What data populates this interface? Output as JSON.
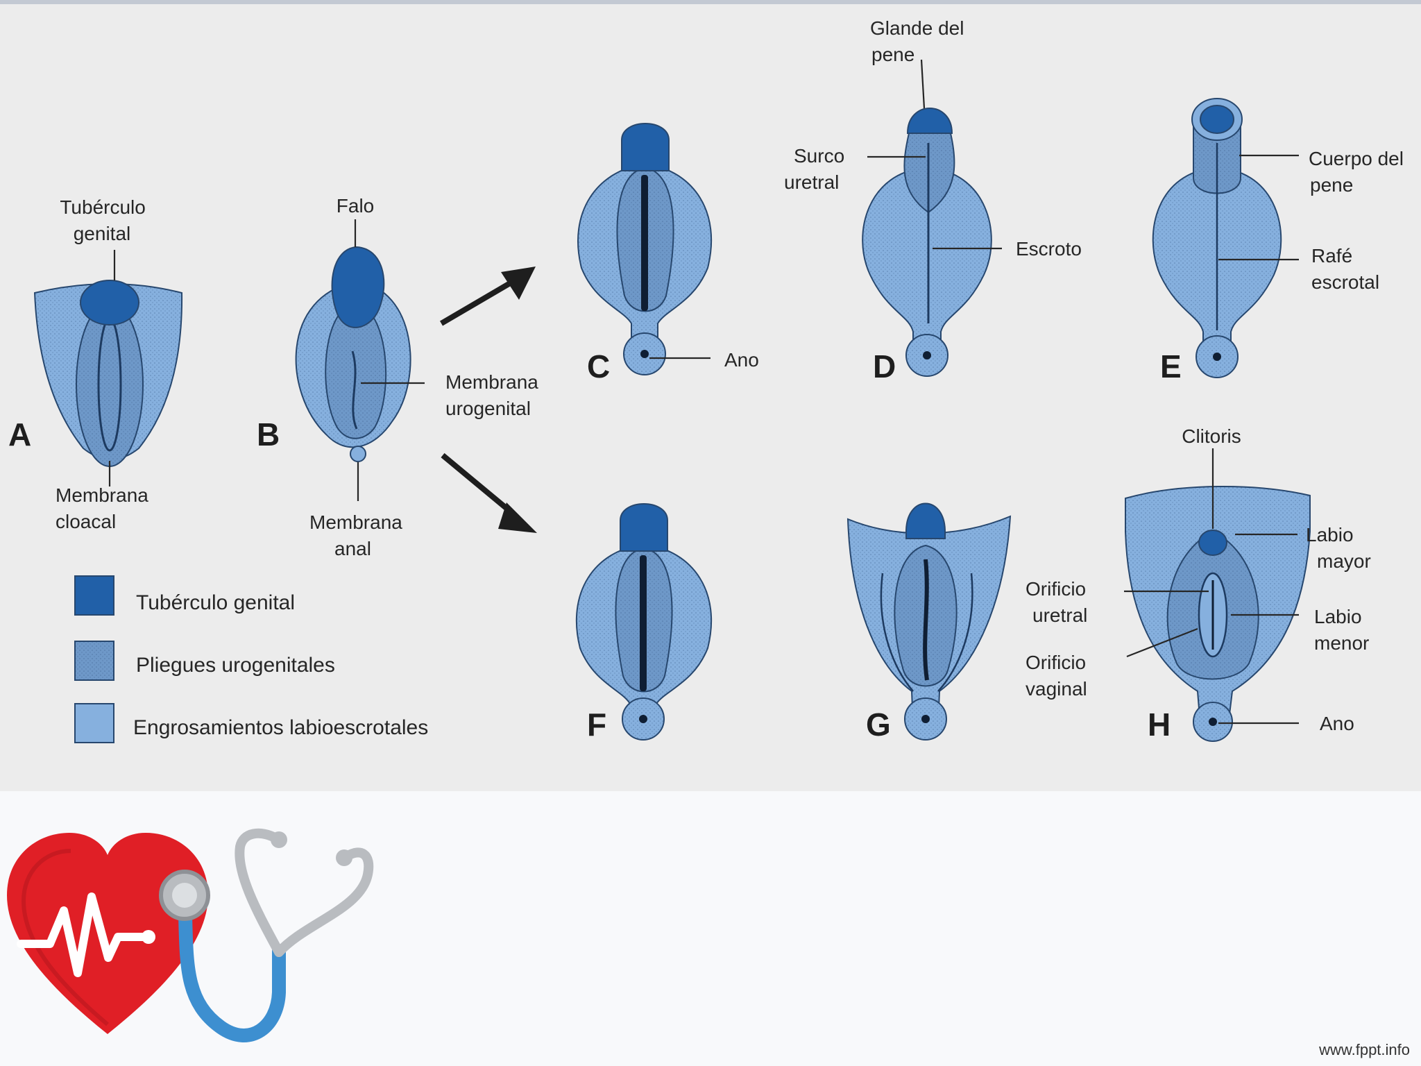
{
  "labels": {
    "tuberculo_genital": [
      "Tubérculo",
      "genital"
    ],
    "membrana_cloacal": [
      "Membrana",
      "cloacal"
    ],
    "falo": "Falo",
    "membrana_urogenital": [
      "Membrana",
      "urogenital"
    ],
    "membrana_anal": [
      "Membrana",
      "anal"
    ],
    "ano_c": "Ano",
    "glande_del_pene": [
      "Glande del",
      "pene"
    ],
    "surco_uretral": [
      "Surco",
      "uretral"
    ],
    "escroto": "Escroto",
    "cuerpo_del_pene": [
      "Cuerpo del",
      "pene"
    ],
    "rafe_escrotal": [
      "Rafé",
      "escrotal"
    ],
    "clitoris": "Clitoris",
    "labio_mayor": [
      "Labio",
      "mayor"
    ],
    "orificio_uretral": [
      "Orificio",
      "uretral"
    ],
    "labio_menor": [
      "Labio",
      "menor"
    ],
    "orificio_vaginal": [
      "Orificio",
      "vaginal"
    ],
    "ano_h": "Ano"
  },
  "stages": [
    "A",
    "B",
    "C",
    "D",
    "E",
    "F",
    "G",
    "H"
  ],
  "legend": [
    {
      "label": "Tubérculo genital",
      "color": "#2160a8"
    },
    {
      "label": "Pliegues urogenitales",
      "color": "#6e98c8"
    },
    {
      "label": "Engrosamientos labioescrotales",
      "color": "#86b0de"
    }
  ],
  "colors": {
    "tubercle": "#2160a8",
    "folds": "#6e98c8",
    "swellings": "#86b0de",
    "outline": "#27476e",
    "heart": "#e01f26",
    "stethoscope_tube": "#3d8fd0",
    "stethoscope_metal": "#b9bcc0"
  },
  "footer": {
    "url": "www.fppt.info"
  },
  "icons": {
    "logo": "heart-stethoscope-icon"
  }
}
